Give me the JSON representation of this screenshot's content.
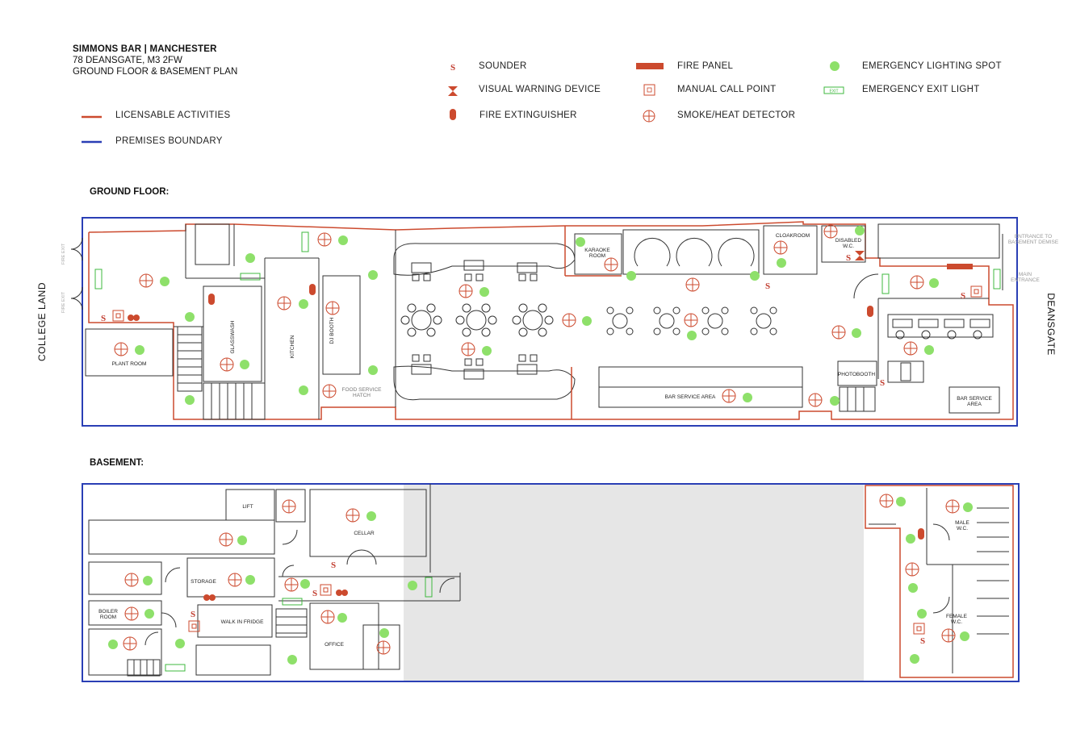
{
  "header": {
    "name": "SIMMONS BAR | MANCHESTER",
    "address": "78 DEANSGATE, M3 2FW",
    "subtitle": "GROUND FLOOR & BASEMENT PLAN"
  },
  "legend": {
    "licensable": "LICENSABLE ACTIVITIES",
    "boundary": "PREMISES BOUNDARY",
    "sounder": "SOUNDER",
    "vwd": "VISUAL WARNING DEVICE",
    "extinguisher": "FIRE EXTINGUISHER",
    "fire_panel": "FIRE PANEL",
    "call_point": "MANUAL CALL POINT",
    "detector": "SMOKE/HEAT DETECTOR",
    "lighting": "EMERGENCY LIGHTING SPOT",
    "exit_light": "EMERGENCY EXIT LIGHT",
    "sounder_symbol": "S",
    "exit_symbol": "EXIT"
  },
  "colors": {
    "licensable": "#cc4a2e",
    "boundary": "#2a3fb5",
    "emergency_light": "#8ee06a",
    "exit_green": "#3fb83f",
    "wall": "#333333",
    "void": "#e6e6e6"
  },
  "sections": {
    "ground": "GROUND FLOOR:",
    "basement": "BASEMENT:"
  },
  "streets": {
    "west": "COLLEGE LAND",
    "east": "DEANSGATE"
  },
  "ground_labels": {
    "fire_exit": "FIRE EXIT",
    "plant_room": "PLANT ROOM",
    "glasswash": "GLASSWASH",
    "kitchen": "KITCHEN",
    "dj_booth": "DJ BOOTH",
    "food_hatch_1": "FOOD SERVICE",
    "food_hatch_2": "HATCH",
    "karaoke_1": "KARAOKE",
    "karaoke_2": "ROOM",
    "cloakroom": "CLOAKROOM",
    "disabled_1": "DISABLED",
    "disabled_2": "W.C.",
    "bar_service": "BAR SERVICE AREA",
    "photobooth": "PHOTOBOOTH",
    "bar_service_2a": "BAR SERVICE",
    "bar_service_2b": "AREA",
    "entrance_basement_1": "ENTRANCE TO",
    "entrance_basement_2": "BASEMENT DEMISE",
    "main_entrance_1": "MAIN",
    "main_entrance_2": "ENTRANCE"
  },
  "basement_labels": {
    "lift": "LIFT",
    "cellar": "CELLAR",
    "storage": "STORAGE",
    "boiler_1": "BOILER",
    "boiler_2": "ROOM",
    "walk_in": "WALK IN FRIDGE",
    "office": "OFFICE",
    "male_1": "MALE",
    "male_2": "W.C.",
    "female_1": "FEMALE",
    "female_2": "W.C."
  }
}
